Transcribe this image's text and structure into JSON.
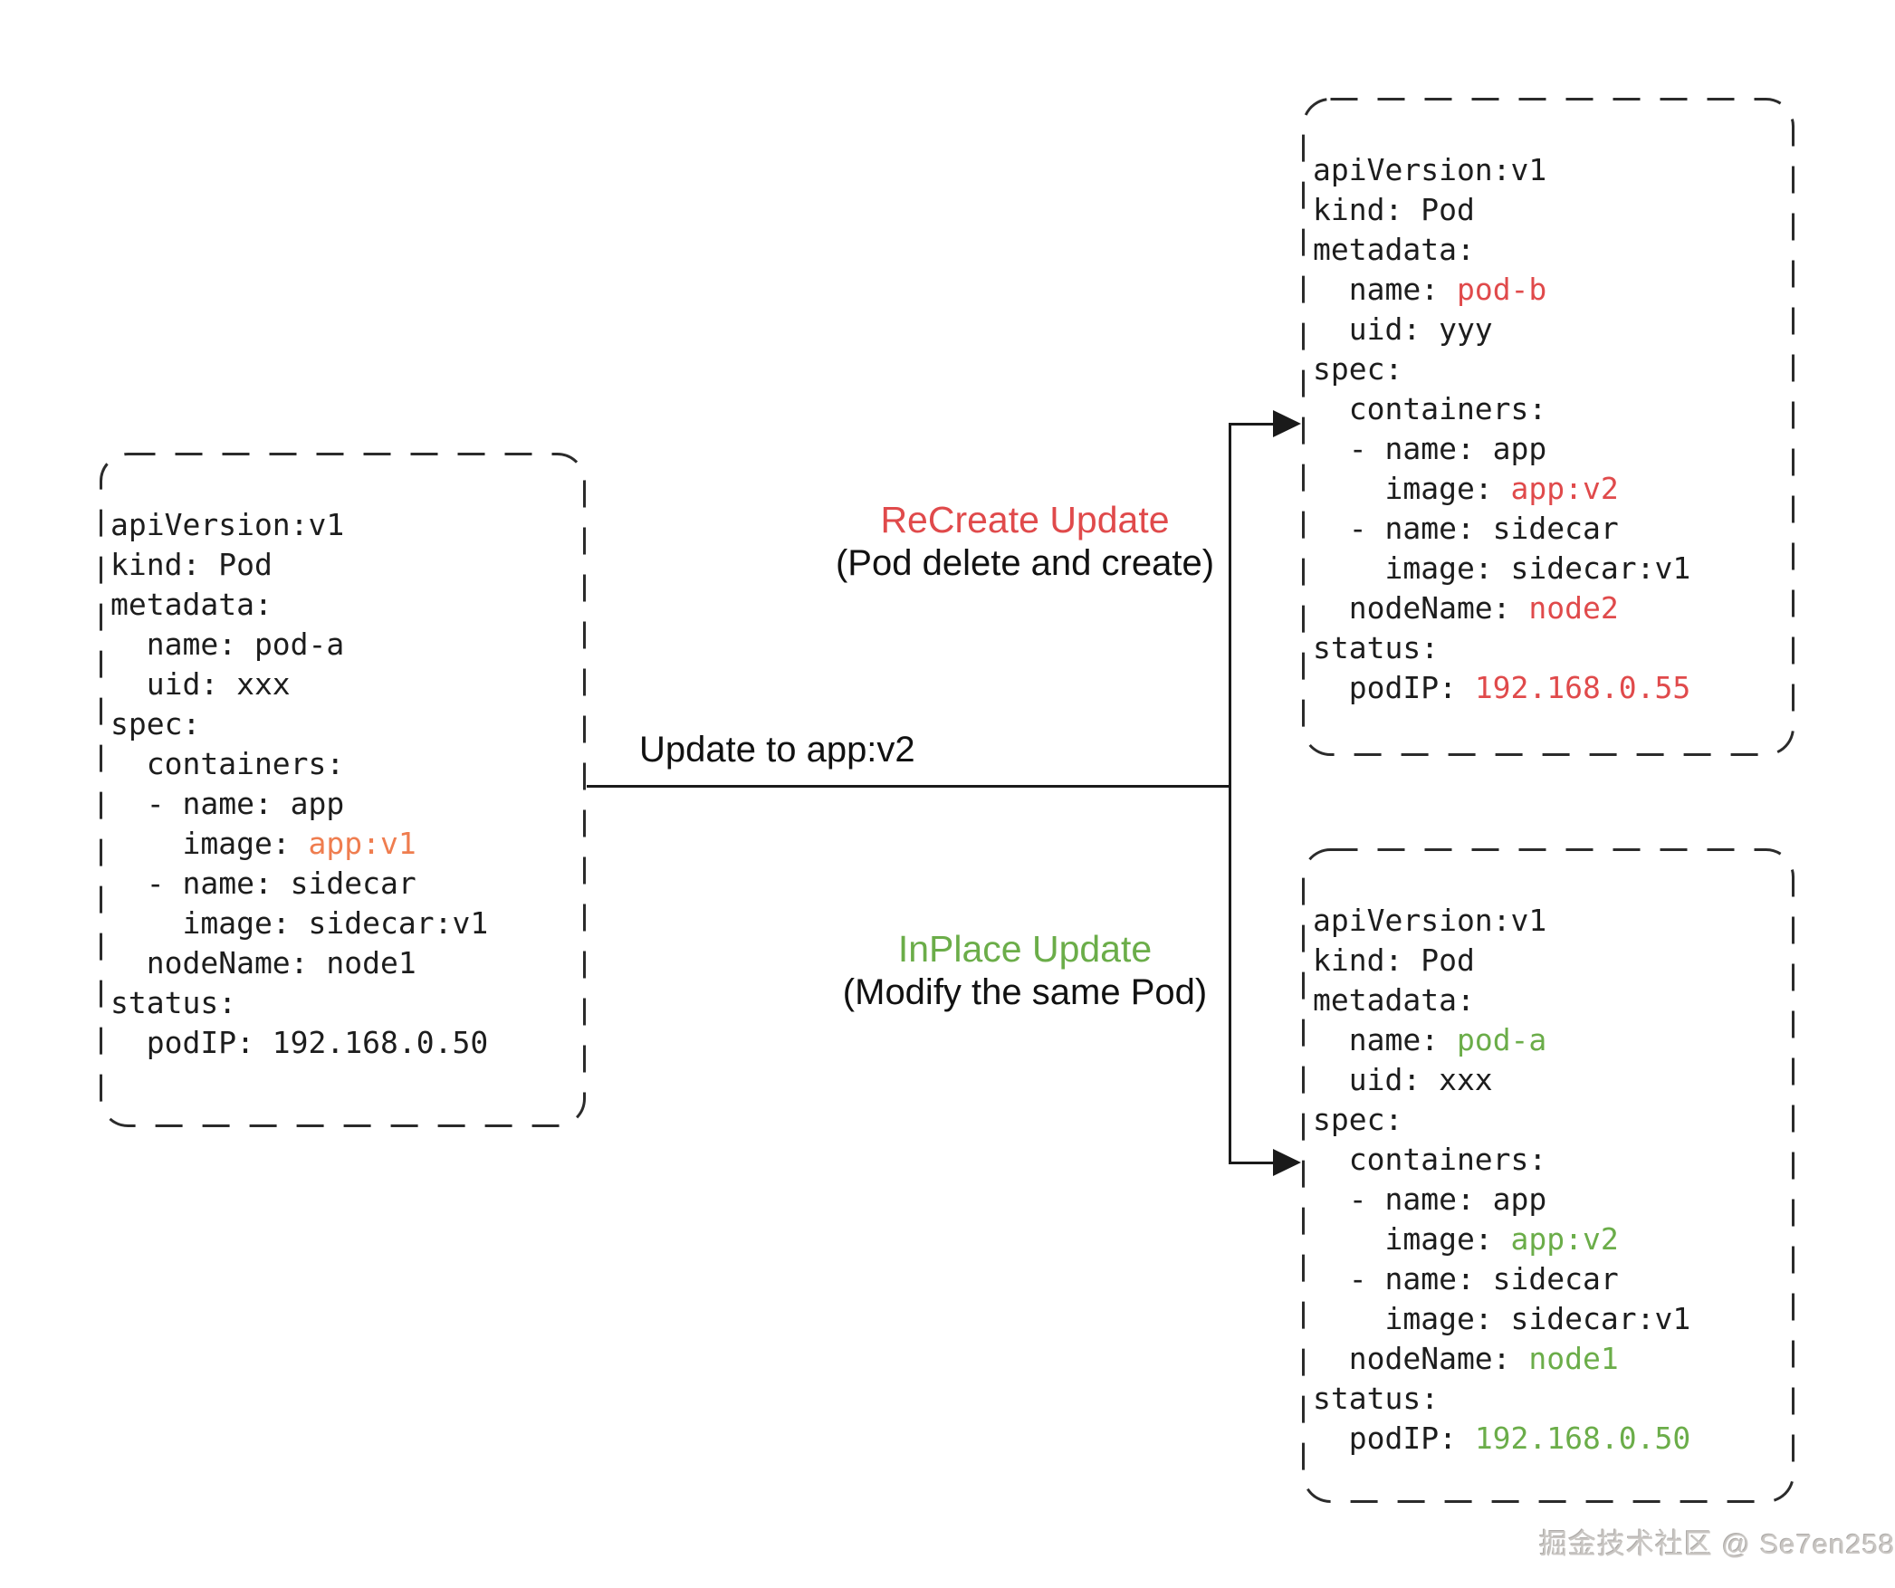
{
  "colors": {
    "orange": "#EF7D4F",
    "red": "#E04A4B",
    "green": "#6BAD49",
    "ink": "#1d1d1d",
    "watermark_gray": "#c9c6c3"
  },
  "labels": {
    "update_arrow": "Update to app:v2",
    "recreate_title": "ReCreate Update",
    "recreate_subtitle": "(Pod delete and create)",
    "inplace_title": "InPlace Update",
    "inplace_subtitle": "(Modify the same Pod)"
  },
  "watermark": {
    "text": "掘金技术社区 @ Se7en258"
  },
  "pods": {
    "original": {
      "lines": [
        [
          {
            "t": "apiVersion:v1"
          }
        ],
        [
          {
            "t": "kind: Pod"
          }
        ],
        [
          {
            "t": "metadata:"
          }
        ],
        [
          {
            "t": "  name: pod-a"
          }
        ],
        [
          {
            "t": "  uid: xxx"
          }
        ],
        [
          {
            "t": "spec:"
          }
        ],
        [
          {
            "t": "  containers:"
          }
        ],
        [
          {
            "t": "  - name: app"
          }
        ],
        [
          {
            "t": "    image: "
          },
          {
            "t": "app:v1",
            "c": "orange"
          }
        ],
        [
          {
            "t": "  - name: sidecar"
          }
        ],
        [
          {
            "t": "    image: sidecar:v1"
          }
        ],
        [
          {
            "t": "  nodeName: node1"
          }
        ],
        [
          {
            "t": "status:"
          }
        ],
        [
          {
            "t": "  podIP: 192.168.0.50"
          }
        ]
      ]
    },
    "recreated": {
      "lines": [
        [
          {
            "t": "apiVersion:v1"
          }
        ],
        [
          {
            "t": "kind: Pod"
          }
        ],
        [
          {
            "t": "metadata:"
          }
        ],
        [
          {
            "t": "  name: "
          },
          {
            "t": "pod-b",
            "c": "red"
          }
        ],
        [
          {
            "t": "  uid: yyy"
          }
        ],
        [
          {
            "t": "spec:"
          }
        ],
        [
          {
            "t": "  containers:"
          }
        ],
        [
          {
            "t": "  - name: app"
          }
        ],
        [
          {
            "t": "    image: "
          },
          {
            "t": "app:v2",
            "c": "red"
          }
        ],
        [
          {
            "t": "  - name: sidecar"
          }
        ],
        [
          {
            "t": "    image: sidecar:v1"
          }
        ],
        [
          {
            "t": "  nodeName: "
          },
          {
            "t": "node2",
            "c": "red"
          }
        ],
        [
          {
            "t": "status:"
          }
        ],
        [
          {
            "t": "  podIP: "
          },
          {
            "t": "192.168.0.55",
            "c": "red"
          }
        ]
      ]
    },
    "inplace": {
      "lines": [
        [
          {
            "t": "apiVersion:v1"
          }
        ],
        [
          {
            "t": "kind: Pod"
          }
        ],
        [
          {
            "t": "metadata:"
          }
        ],
        [
          {
            "t": "  name: "
          },
          {
            "t": "pod-a",
            "c": "green"
          }
        ],
        [
          {
            "t": "  uid: xxx"
          }
        ],
        [
          {
            "t": "spec:"
          }
        ],
        [
          {
            "t": "  containers:"
          }
        ],
        [
          {
            "t": "  - name: app"
          }
        ],
        [
          {
            "t": "    image: "
          },
          {
            "t": "app:v2",
            "c": "green"
          }
        ],
        [
          {
            "t": "  - name: sidecar"
          }
        ],
        [
          {
            "t": "    image: sidecar:v1"
          }
        ],
        [
          {
            "t": "  nodeName: "
          },
          {
            "t": "node1",
            "c": "green"
          }
        ],
        [
          {
            "t": "status:"
          }
        ],
        [
          {
            "t": "  podIP: "
          },
          {
            "t": "192.168.0.50",
            "c": "green"
          }
        ]
      ]
    }
  }
}
